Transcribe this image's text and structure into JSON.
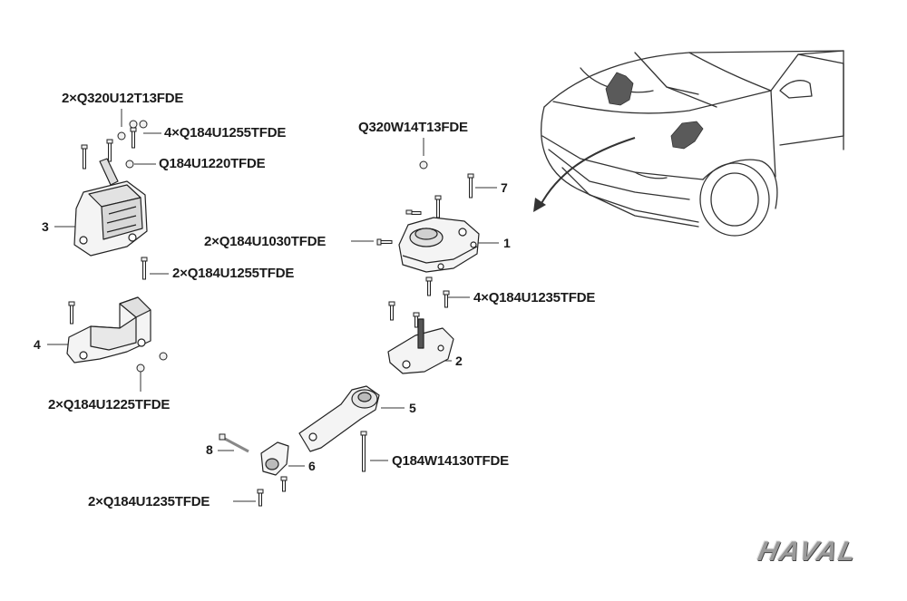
{
  "labels": {
    "l_q320u12": "2×Q320U12T13FDE",
    "l_q184u1255_top": "4×Q184U1255TFDE",
    "l_q184u1220": "Q184U1220TFDE",
    "l_q320w14": "Q320W14T13FDE",
    "l_q184u1030": "2×Q184U1030TFDE",
    "l_q184u1255_mid": "2×Q184U1255TFDE",
    "l_q184u1235_right": "4×Q184U1235TFDE",
    "l_q184u1225": "2×Q184U1225TFDE",
    "l_q184w14130": "Q184W14130TFDE",
    "l_q184u1235_bottom": "2×Q184U1235TFDE"
  },
  "callouts": {
    "n1": "1",
    "n2": "2",
    "n3": "3",
    "n4": "4",
    "n5": "5",
    "n6": "6",
    "n7": "7",
    "n8": "8"
  },
  "brand": {
    "logo_text": "HAVAL"
  },
  "colors": {
    "line": "#333333",
    "part_fill": "#f4f4f4",
    "highlight": "#555555"
  }
}
